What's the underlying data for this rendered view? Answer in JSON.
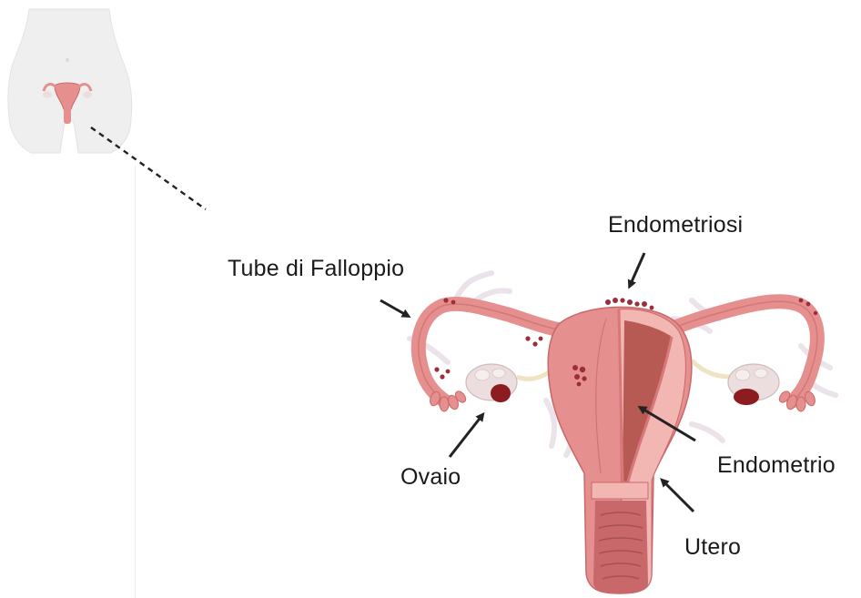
{
  "labels": {
    "tube": "Tube di Falloppio",
    "endometriosis": "Endometriosi",
    "ovary": "Ovaio",
    "endometrium": "Endometrio",
    "uterus": "Utero"
  },
  "colors": {
    "uterus_fill": "#e58f8f",
    "uterus_dark": "#c9686a",
    "uterus_light": "#f2b7b3",
    "cavity": "#b75a54",
    "lesion": "#9c2d3a",
    "ovary_fill": "#ecdede",
    "ovary_cyst": "#8c1c20",
    "ligament": "#efe3c4",
    "adhesion": "#e9dfe8",
    "body_fill": "#efefef",
    "arrow": "#222222"
  }
}
